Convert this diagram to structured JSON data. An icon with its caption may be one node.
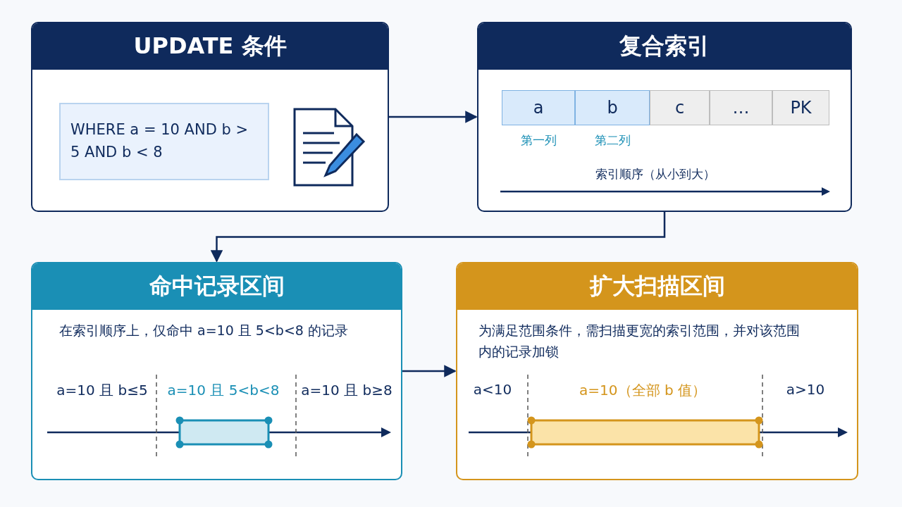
{
  "diagram": {
    "nodes": [
      {
        "text": [
          "UPDATE 条件"
        ]
      },
      {
        "text": [
          "WHERE a = 10 AND b > 5 AND b < 8"
        ],
        "in": 0
      },
      {
        "text": [
          "复合索引"
        ]
      },
      {
        "text": [
          "a"
        ],
        "in": 2,
        "beside": [
          "第一列"
        ]
      },
      {
        "text": [
          "b"
        ],
        "in": 2,
        "beside": [
          "第二列"
        ]
      },
      {
        "text": [
          "c"
        ],
        "in": 2
      },
      {
        "text": [
          "…"
        ],
        "in": 2
      },
      {
        "text": [
          "PK"
        ],
        "in": 2
      },
      {
        "text": [
          "命中记录区间",
          "在索引顺序上，仅命中 a=10 且 5<b<8 的记录"
        ]
      },
      {
        "text": [
          "扩大扫描区间",
          "为满足范围条件，需扫描更宽的索引范围，并对该范围内的记录加锁"
        ]
      }
    ],
    "edges": [
      {
        "from": 0,
        "to": 2,
        "arrow": "to"
      },
      {
        "from": 2,
        "to": 8,
        "arrow": "to"
      },
      {
        "from": 8,
        "to": 9,
        "arrow": "to"
      }
    ],
    "labels": [
      "索引顺序（从小到大）",
      "a=10 且 b≤5",
      "a=10 且 5<b<8",
      "a=10 且 b≥8",
      "a<10",
      "a=10（全部 b 值）",
      "a>10"
    ]
  }
}
